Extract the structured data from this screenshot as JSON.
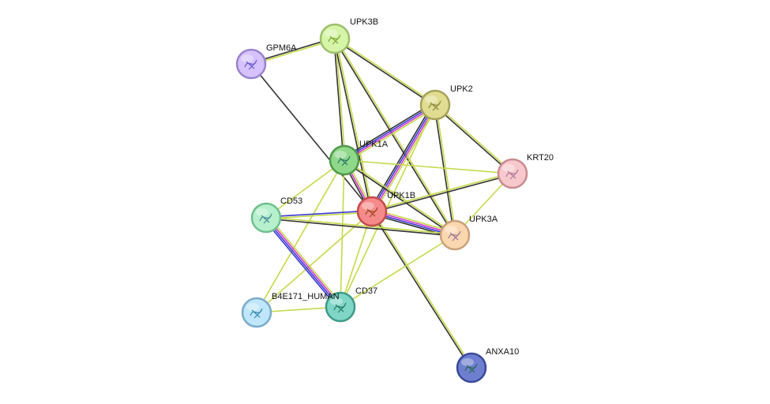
{
  "nodes": [
    {
      "id": "UPK3B",
      "label": "UPK3B",
      "color": "#d6f5a8",
      "stroke": "#9cbf6a",
      "glyph": "#7ba83a"
    },
    {
      "id": "GPM6A",
      "label": "GPM6A",
      "color": "#d6c2ff",
      "stroke": "#9a82cc",
      "glyph": "#6a5acd"
    },
    {
      "id": "UPK2",
      "label": "UPK2",
      "color": "#e0dc90",
      "stroke": "#a6a25a",
      "glyph": "#8a8a40"
    },
    {
      "id": "UPK1A",
      "label": "UPK1A",
      "color": "#8fd88a",
      "stroke": "#4f9a4a",
      "glyph": "#2a7a6a"
    },
    {
      "id": "KRT20",
      "label": "KRT20",
      "color": "#f7c8cc",
      "stroke": "#c98a90",
      "glyph": "#b07aa0"
    },
    {
      "id": "UPK1B",
      "label": "UPK1B",
      "color": "#f58a8a",
      "stroke": "#c44a4a",
      "glyph": "#a04a20"
    },
    {
      "id": "CD53",
      "label": "CD53",
      "color": "#b6f0cc",
      "stroke": "#6fbf8f",
      "glyph": "#4a8a9a"
    },
    {
      "id": "UPK3A",
      "label": "UPK3A",
      "color": "#fbd7b0",
      "stroke": "#c9a07a",
      "glyph": "#9a7a9a"
    },
    {
      "id": "CD37",
      "label": "CD37",
      "color": "#7fd6c6",
      "stroke": "#3f9a8a",
      "glyph": "#2a7a6a"
    },
    {
      "id": "B4E171_HUMAN",
      "label": "B4E171_HUMAN",
      "color": "#bfe6fb",
      "stroke": "#7aaac9",
      "glyph": "#3a8ab0"
    },
    {
      "id": "ANXA10",
      "label": "ANXA10",
      "color": "#6f7fd0",
      "stroke": "#3a4a9a",
      "glyph": "#2a6a5a"
    }
  ],
  "edges": [
    {
      "source": "UPK3B",
      "target": "GPM6A",
      "types": [
        "text",
        "coexp"
      ]
    },
    {
      "source": "UPK3B",
      "target": "UPK2",
      "types": [
        "text",
        "coexp"
      ]
    },
    {
      "source": "UPK3B",
      "target": "UPK1A",
      "types": [
        "text",
        "coexp"
      ]
    },
    {
      "source": "UPK3B",
      "target": "UPK1B",
      "types": [
        "text",
        "coexp"
      ]
    },
    {
      "source": "UPK3B",
      "target": "UPK3A",
      "types": [
        "text",
        "coexp"
      ]
    },
    {
      "source": "GPM6A",
      "target": "UPK1B",
      "types": [
        "coexp"
      ]
    },
    {
      "source": "UPK2",
      "target": "UPK1A",
      "types": [
        "text",
        "exp",
        "db",
        "coexp"
      ]
    },
    {
      "source": "UPK2",
      "target": "UPK1B",
      "types": [
        "text",
        "exp",
        "db",
        "coexp"
      ]
    },
    {
      "source": "UPK2",
      "target": "KRT20",
      "types": [
        "text",
        "coexp"
      ]
    },
    {
      "source": "UPK2",
      "target": "UPK3A",
      "types": [
        "text",
        "coexp"
      ]
    },
    {
      "source": "UPK2",
      "target": "CD37",
      "types": [
        "text"
      ]
    },
    {
      "source": "UPK1A",
      "target": "UPK1B",
      "types": [
        "text",
        "exp",
        "coexp"
      ]
    },
    {
      "source": "UPK1A",
      "target": "KRT20",
      "types": [
        "text"
      ]
    },
    {
      "source": "UPK1A",
      "target": "UPK3A",
      "types": [
        "text",
        "coexp"
      ]
    },
    {
      "source": "UPK1A",
      "target": "CD53",
      "types": [
        "text"
      ]
    },
    {
      "source": "UPK1A",
      "target": "CD37",
      "types": [
        "text"
      ]
    },
    {
      "source": "UPK1A",
      "target": "B4E171_HUMAN",
      "types": [
        "text"
      ]
    },
    {
      "source": "UPK1B",
      "target": "KRT20",
      "types": [
        "text",
        "coexp"
      ]
    },
    {
      "source": "UPK1B",
      "target": "UPK3A",
      "types": [
        "text",
        "exp",
        "db",
        "coexp"
      ]
    },
    {
      "source": "UPK1B",
      "target": "CD53",
      "types": [
        "text",
        "db"
      ]
    },
    {
      "source": "UPK1B",
      "target": "CD37",
      "types": [
        "text"
      ]
    },
    {
      "source": "UPK1B",
      "target": "B4E171_HUMAN",
      "types": [
        "text"
      ]
    },
    {
      "source": "UPK1B",
      "target": "ANXA10",
      "types": [
        "text",
        "coexp"
      ]
    },
    {
      "source": "KRT20",
      "target": "UPK3A",
      "types": [
        "text"
      ]
    },
    {
      "source": "CD53",
      "target": "UPK3A",
      "types": [
        "text",
        "coexp"
      ]
    },
    {
      "source": "CD53",
      "target": "CD37",
      "types": [
        "text",
        "exp",
        "db",
        "homology"
      ]
    },
    {
      "source": "UPK3A",
      "target": "CD37",
      "types": [
        "text"
      ]
    },
    {
      "source": "CD37",
      "target": "B4E171_HUMAN",
      "types": [
        "text"
      ]
    }
  ],
  "edge_colors": {
    "text": "#c6d94a",
    "coexp": "#333333",
    "exp": "#d23ad2",
    "db": "#3a3ad2",
    "homology": "#3a3ad2"
  }
}
